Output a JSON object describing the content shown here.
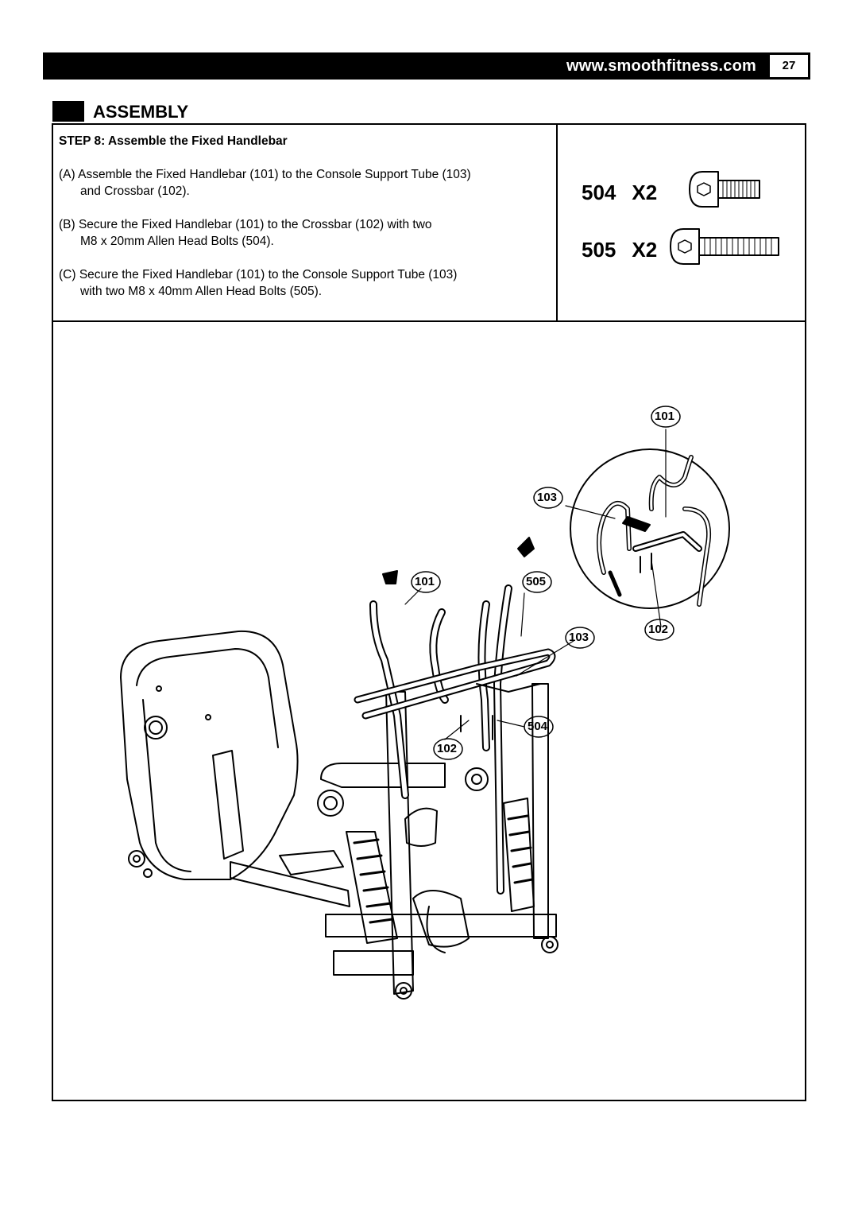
{
  "header": {
    "website": "www.smoothfitness.com",
    "page_number": "27"
  },
  "section": {
    "title": "ASSEMBLY"
  },
  "step": {
    "title": "STEP 8: Assemble the Fixed Handlebar",
    "instructions": [
      {
        "line1": "(A) Assemble the Fixed Handlebar (101) to the Console Support Tube (103)",
        "line2": "and Crossbar (102)."
      },
      {
        "line1": "(B) Secure the Fixed Handlebar (101) to the Crossbar (102) with two",
        "line2": "M8 x 20mm Allen Head Bolts (504)."
      },
      {
        "line1": "(C) Secure the Fixed Handlebar (101) to the Console Support Tube (103)",
        "line2": "with two M8 x 40mm Allen Head Bolts (505)."
      }
    ]
  },
  "hardware": [
    {
      "part": "504",
      "qty": "X2",
      "icon": "short-allen-bolt-icon"
    },
    {
      "part": "505",
      "qty": "X2",
      "icon": "long-allen-bolt-icon"
    }
  ],
  "diagram": {
    "callouts": {
      "inset_101": "101",
      "inset_103": "103",
      "inset_102": "102",
      "main_101": "101",
      "main_505": "505",
      "main_103": "103",
      "main_504": "504",
      "main_102": "102"
    }
  }
}
